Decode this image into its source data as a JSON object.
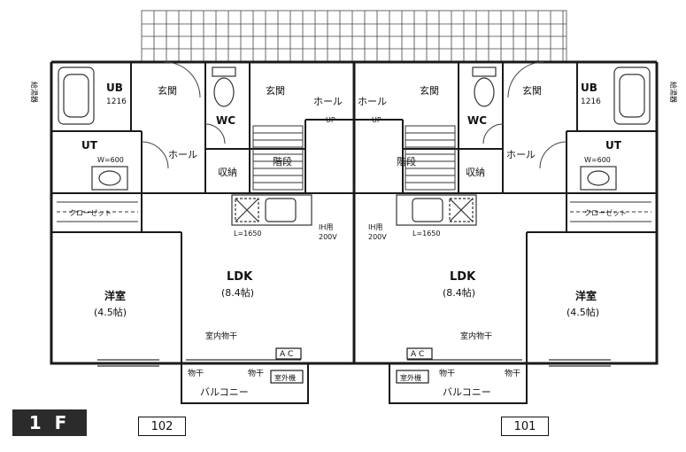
{
  "floor": "1 F",
  "units": {
    "left": "102",
    "right": "101"
  },
  "rooms": {
    "ub": "UB",
    "ub_size": "1216",
    "genkan": "玄関",
    "wc": "WC",
    "hall": "ホール",
    "ut": "UT",
    "washbasin": "W=600",
    "storage": "収納",
    "stairs": "階段",
    "up": "UP",
    "closet": "クローゼット",
    "ldk": "LDK",
    "ldk_size": "(8.4帖)",
    "western": "洋室",
    "western_size": "(4.5帖)",
    "indoor_dry": "室内物干",
    "ac": "A C",
    "outdoor_unit": "室外機",
    "laundry": "物干",
    "balcony": "バルコニー",
    "kitchen_len": "L=1650",
    "ih": "IH用",
    "ih_volt": "200V",
    "water_heater": "給湯器"
  },
  "colors": {
    "wall": "#1a1a1a",
    "line": "#333333",
    "background": "#ffffff"
  }
}
